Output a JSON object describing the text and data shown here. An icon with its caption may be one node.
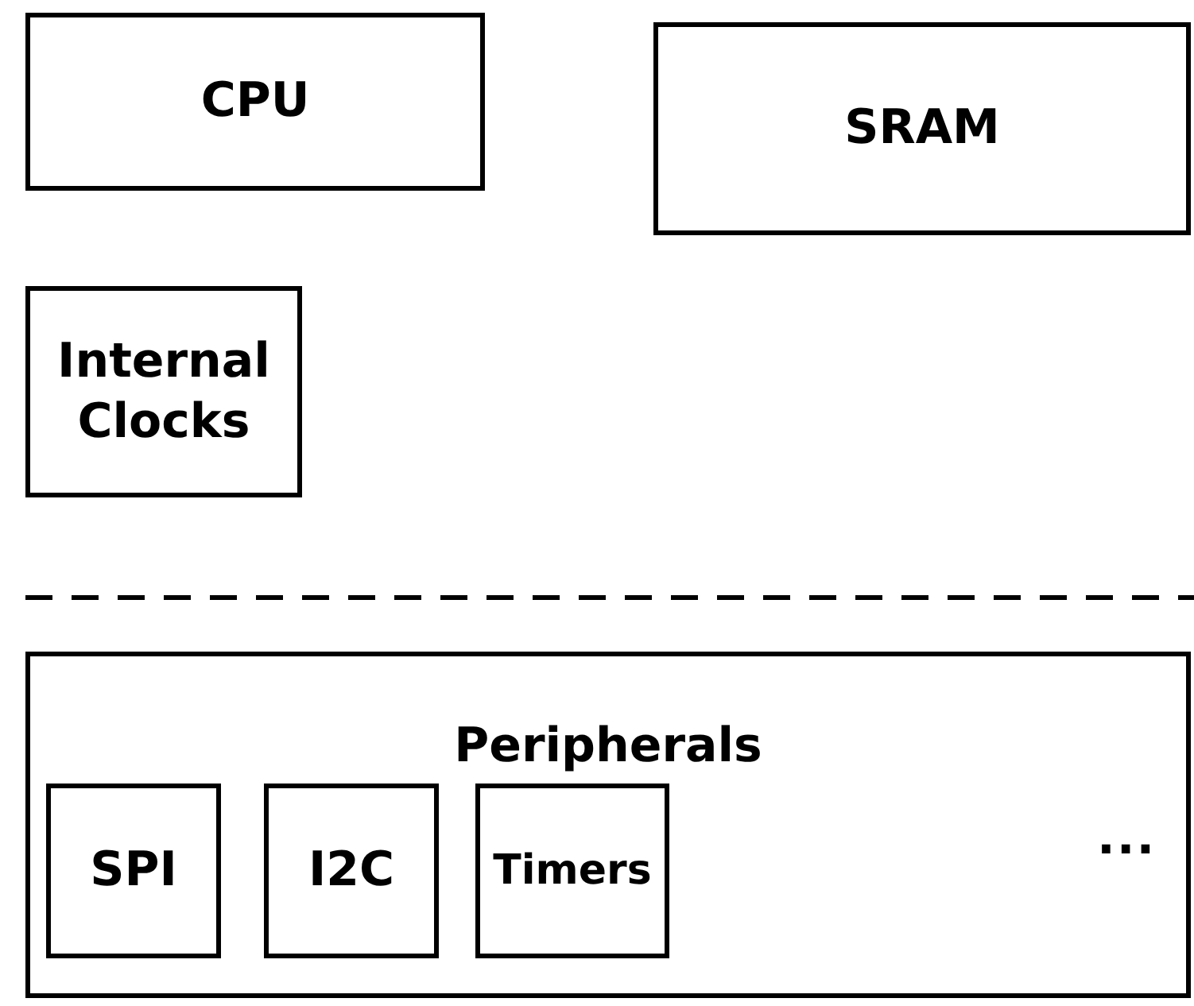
{
  "diagram": {
    "nodes": [
      {
        "text": [
          "CPU"
        ]
      },
      {
        "text": [
          "SRAM"
        ]
      },
      {
        "text": [
          "Internal Clocks"
        ]
      },
      {
        "text": [
          "Peripherals"
        ]
      },
      {
        "text": [
          "SPI"
        ],
        "in": 3
      },
      {
        "text": [
          "I2C"
        ],
        "in": 3
      },
      {
        "text": [
          "Timers"
        ],
        "in": 3
      }
    ],
    "labels": [
      "..."
    ]
  }
}
